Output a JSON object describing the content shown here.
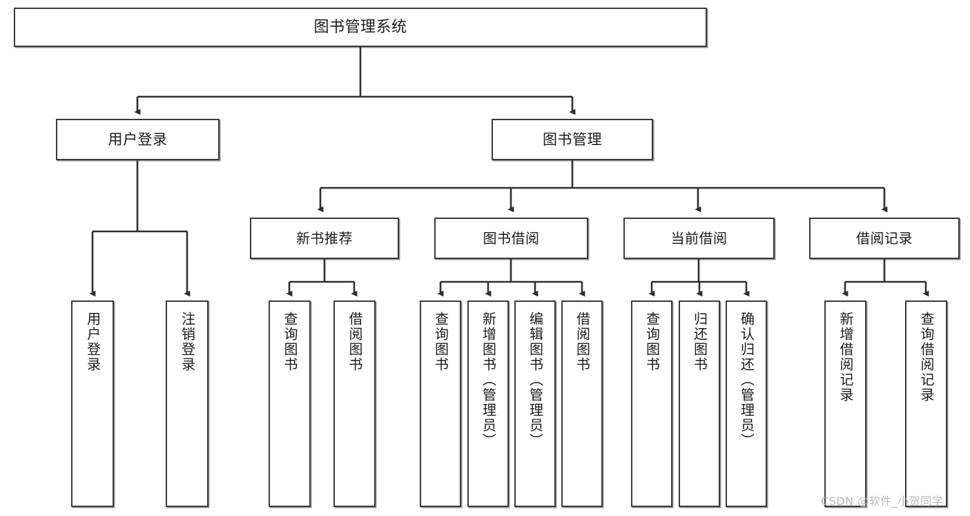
{
  "diagram": {
    "title": "图书管理系统",
    "type": "tree-hierarchy",
    "watermark": "CSDN @软件_小贺同学",
    "colors": {
      "box_border": "#3a3a3a",
      "box_fill": "#ffffff",
      "edge": "#2e2e2e",
      "text": "#1b1b1b",
      "watermark": "#b9b9b9"
    },
    "nodes": {
      "root": {
        "label": "图书管理系统"
      },
      "level2": [
        {
          "id": "user-login",
          "label": "用户登录"
        },
        {
          "id": "book-manage",
          "label": "图书管理"
        }
      ],
      "level3": [
        {
          "id": "new-book-recommend",
          "label": "新书推荐"
        },
        {
          "id": "book-borrow",
          "label": "图书借阅"
        },
        {
          "id": "current-borrow",
          "label": "当前借阅"
        },
        {
          "id": "borrow-record",
          "label": "借阅记录"
        }
      ],
      "leaves": {
        "user-login": [
          {
            "id": "leaf-user-login",
            "label": "用户登录"
          },
          {
            "id": "leaf-logout-login",
            "label": "注销登录"
          }
        ],
        "new-book-recommend": [
          {
            "id": "leaf-query-book-1",
            "label": "查询图书"
          },
          {
            "id": "leaf-borrow-book-1",
            "label": "借阅图书"
          }
        ],
        "book-borrow": [
          {
            "id": "leaf-query-book-2",
            "label": "查询图书"
          },
          {
            "id": "leaf-add-book",
            "label": "新增图书（管理员）"
          },
          {
            "id": "leaf-edit-book",
            "label": "编辑图书（管理员）"
          },
          {
            "id": "leaf-borrow-book-2",
            "label": "借阅图书"
          }
        ],
        "current-borrow": [
          {
            "id": "leaf-query-book-3",
            "label": "查询图书"
          },
          {
            "id": "leaf-return-book",
            "label": "归还图书"
          },
          {
            "id": "leaf-confirm-return",
            "label": "确认归还（管理员）"
          }
        ],
        "borrow-record": [
          {
            "id": "leaf-add-record",
            "label": "新增借阅记录"
          },
          {
            "id": "leaf-query-record",
            "label": "查询借阅记录"
          }
        ]
      }
    }
  }
}
